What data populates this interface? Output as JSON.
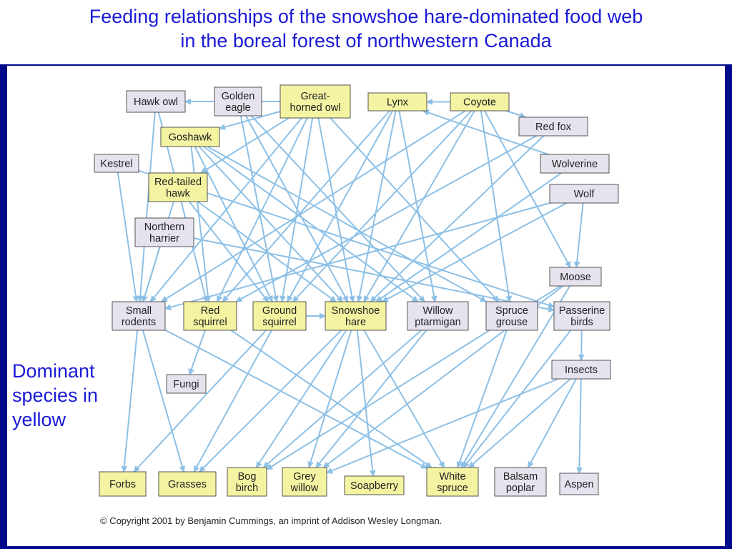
{
  "title": {
    "line1": "Feeding relationships of the snowshoe hare-dominated food web",
    "line2": "in the boreal forest of northwestern Canada"
  },
  "side_note": {
    "line1": "Dominant",
    "line2": "species in",
    "line3": "yellow"
  },
  "copyright": "© Copyright 2001 by Benjamin Cummings, an imprint of Addison Wesley Longman.",
  "colors": {
    "dominant": "#f3f3a2",
    "other": "#e6e2ee",
    "edge": "#8dc0e6",
    "text_blue": "#1a1ad6",
    "frame": "#000a8a"
  },
  "nodes": [
    {
      "id": "hawk_owl",
      "lines": [
        "Hawk owl"
      ],
      "dominant": false
    },
    {
      "id": "golden_eagle",
      "lines": [
        "Golden",
        "eagle"
      ],
      "dominant": false
    },
    {
      "id": "great_horned_owl",
      "lines": [
        "Great-",
        "horned owl"
      ],
      "dominant": true
    },
    {
      "id": "lynx",
      "lines": [
        "Lynx"
      ],
      "dominant": true
    },
    {
      "id": "coyote",
      "lines": [
        "Coyote"
      ],
      "dominant": true
    },
    {
      "id": "red_fox",
      "lines": [
        "Red fox"
      ],
      "dominant": false
    },
    {
      "id": "goshawk",
      "lines": [
        "Goshawk"
      ],
      "dominant": true
    },
    {
      "id": "kestrel",
      "lines": [
        "Kestrel"
      ],
      "dominant": false
    },
    {
      "id": "wolverine",
      "lines": [
        "Wolverine"
      ],
      "dominant": false
    },
    {
      "id": "red_tailed_hawk",
      "lines": [
        "Red-tailed",
        "hawk"
      ],
      "dominant": true
    },
    {
      "id": "wolf",
      "lines": [
        "Wolf"
      ],
      "dominant": false
    },
    {
      "id": "northern_harrier",
      "lines": [
        "Northern",
        "harrier"
      ],
      "dominant": false
    },
    {
      "id": "moose",
      "lines": [
        "Moose"
      ],
      "dominant": false
    },
    {
      "id": "small_rodents",
      "lines": [
        "Small",
        "rodents"
      ],
      "dominant": false
    },
    {
      "id": "red_squirrel",
      "lines": [
        "Red",
        "squirrel"
      ],
      "dominant": true
    },
    {
      "id": "ground_squirrel",
      "lines": [
        "Ground",
        "squirrel"
      ],
      "dominant": true
    },
    {
      "id": "snowshoe_hare",
      "lines": [
        "Snowshoe",
        "hare"
      ],
      "dominant": true
    },
    {
      "id": "willow_ptarmigan",
      "lines": [
        "Willow",
        "ptarmigan"
      ],
      "dominant": false
    },
    {
      "id": "spruce_grouse",
      "lines": [
        "Spruce",
        "grouse"
      ],
      "dominant": false
    },
    {
      "id": "passerine_birds",
      "lines": [
        "Passerine",
        "birds"
      ],
      "dominant": false
    },
    {
      "id": "fungi",
      "lines": [
        "Fungi"
      ],
      "dominant": false
    },
    {
      "id": "insects",
      "lines": [
        "Insects"
      ],
      "dominant": false
    },
    {
      "id": "forbs",
      "lines": [
        "Forbs"
      ],
      "dominant": true
    },
    {
      "id": "grasses",
      "lines": [
        "Grasses"
      ],
      "dominant": true
    },
    {
      "id": "bog_birch",
      "lines": [
        "Bog",
        "birch"
      ],
      "dominant": true
    },
    {
      "id": "grey_willow",
      "lines": [
        "Grey",
        "willow"
      ],
      "dominant": true
    },
    {
      "id": "soapberry",
      "lines": [
        "Soapberry"
      ],
      "dominant": true
    },
    {
      "id": "white_spruce",
      "lines": [
        "White",
        "spruce"
      ],
      "dominant": true
    },
    {
      "id": "balsam_poplar",
      "lines": [
        "Balsam",
        "poplar"
      ],
      "dominant": false
    },
    {
      "id": "aspen",
      "lines": [
        "Aspen"
      ],
      "dominant": false
    }
  ],
  "edges": [
    [
      "hawk_owl",
      "small_rodents"
    ],
    [
      "hawk_owl",
      "red_squirrel"
    ],
    [
      "golden_eagle",
      "ground_squirrel"
    ],
    [
      "golden_eagle",
      "snowshoe_hare"
    ],
    [
      "golden_eagle",
      "willow_ptarmigan"
    ],
    [
      "great_horned_owl",
      "small_rodents"
    ],
    [
      "great_horned_owl",
      "red_squirrel"
    ],
    [
      "great_horned_owl",
      "ground_squirrel"
    ],
    [
      "great_horned_owl",
      "snowshoe_hare"
    ],
    [
      "great_horned_owl",
      "spruce_grouse"
    ],
    [
      "great_horned_owl",
      "goshawk"
    ],
    [
      "great_horned_owl",
      "red_tailed_hawk"
    ],
    [
      "great_horned_owl",
      "hawk_owl"
    ],
    [
      "goshawk",
      "red_squirrel"
    ],
    [
      "goshawk",
      "ground_squirrel"
    ],
    [
      "goshawk",
      "snowshoe_hare"
    ],
    [
      "goshawk",
      "willow_ptarmigan"
    ],
    [
      "goshawk",
      "spruce_grouse"
    ],
    [
      "kestrel",
      "small_rodents"
    ],
    [
      "kestrel",
      "passerine_birds"
    ],
    [
      "red_tailed_hawk",
      "small_rodents"
    ],
    [
      "red_tailed_hawk",
      "ground_squirrel"
    ],
    [
      "red_tailed_hawk",
      "snowshoe_hare"
    ],
    [
      "northern_harrier",
      "small_rodents"
    ],
    [
      "northern_harrier",
      "passerine_birds"
    ],
    [
      "lynx",
      "red_squirrel"
    ],
    [
      "lynx",
      "ground_squirrel"
    ],
    [
      "lynx",
      "snowshoe_hare"
    ],
    [
      "lynx",
      "willow_ptarmigan"
    ],
    [
      "coyote",
      "lynx"
    ],
    [
      "coyote",
      "red_fox"
    ],
    [
      "coyote",
      "small_rodents"
    ],
    [
      "coyote",
      "ground_squirrel"
    ],
    [
      "coyote",
      "snowshoe_hare"
    ],
    [
      "coyote",
      "spruce_grouse"
    ],
    [
      "coyote",
      "moose"
    ],
    [
      "red_fox",
      "red_squirrel"
    ],
    [
      "red_fox",
      "snowshoe_hare"
    ],
    [
      "wolverine",
      "lynx"
    ],
    [
      "wolverine",
      "snowshoe_hare"
    ],
    [
      "wolf",
      "small_rodents"
    ],
    [
      "wolf",
      "snowshoe_hare"
    ],
    [
      "wolf",
      "moose"
    ],
    [
      "moose",
      "grey_willow"
    ],
    [
      "moose",
      "bog_birch"
    ],
    [
      "moose",
      "white_spruce"
    ],
    [
      "small_rodents",
      "forbs"
    ],
    [
      "small_rodents",
      "grasses"
    ],
    [
      "small_rodents",
      "white_spruce"
    ],
    [
      "red_squirrel",
      "fungi"
    ],
    [
      "red_squirrel",
      "white_spruce"
    ],
    [
      "ground_squirrel",
      "forbs"
    ],
    [
      "ground_squirrel",
      "grasses"
    ],
    [
      "ground_squirrel",
      "snowshoe_hare"
    ],
    [
      "snowshoe_hare",
      "grasses"
    ],
    [
      "snowshoe_hare",
      "bog_birch"
    ],
    [
      "snowshoe_hare",
      "grey_willow"
    ],
    [
      "snowshoe_hare",
      "soapberry"
    ],
    [
      "snowshoe_hare",
      "white_spruce"
    ],
    [
      "willow_ptarmigan",
      "grey_willow"
    ],
    [
      "willow_ptarmigan",
      "bog_birch"
    ],
    [
      "spruce_grouse",
      "white_spruce"
    ],
    [
      "passerine_birds",
      "insects"
    ],
    [
      "passerine_birds",
      "white_spruce"
    ],
    [
      "insects",
      "white_spruce"
    ],
    [
      "insects",
      "balsam_poplar"
    ],
    [
      "insects",
      "aspen"
    ],
    [
      "insects",
      "grey_willow"
    ]
  ]
}
